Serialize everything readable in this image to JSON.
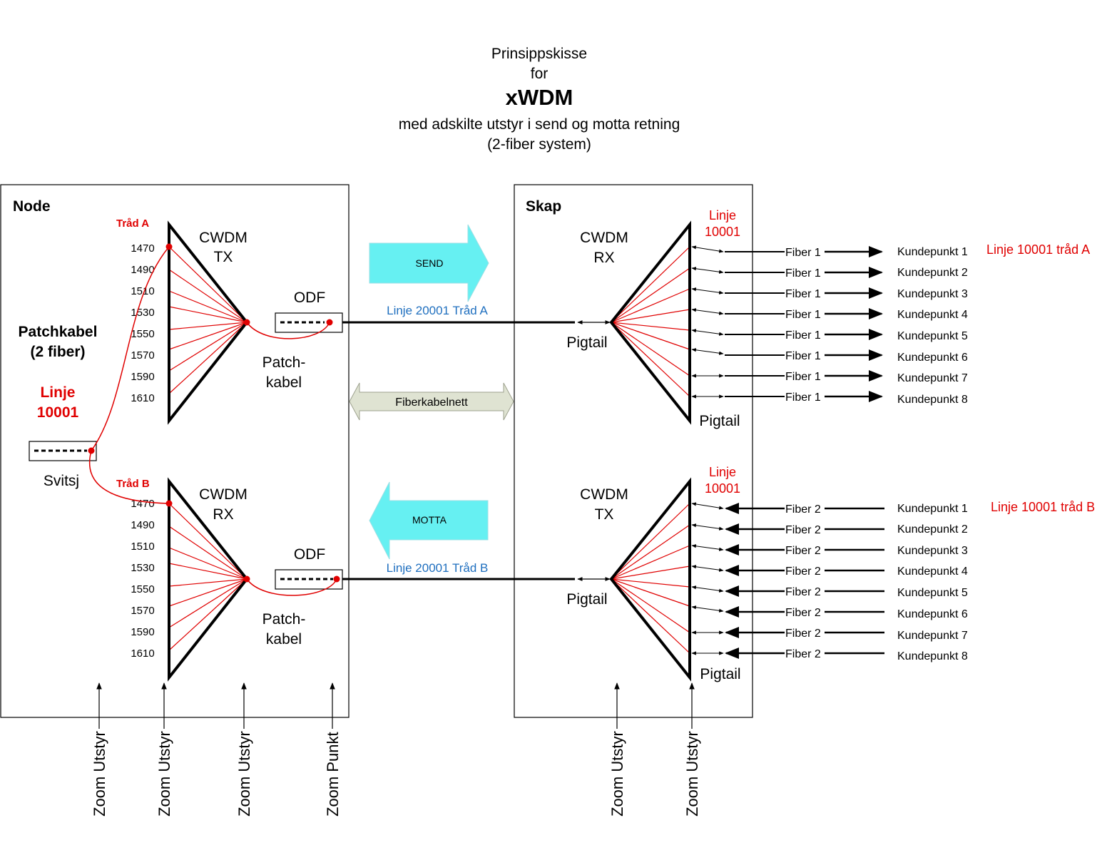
{
  "title": {
    "line1": "Prinsippskisse",
    "line2": "for",
    "main": "xWDM",
    "line3": "med adskilte utstyr i send og motta retning",
    "line4": "(2-fiber system)"
  },
  "node": {
    "label": "Node",
    "thread_a": "Tråd A",
    "thread_b": "Tråd B",
    "tx_label": [
      "CWDM",
      "TX"
    ],
    "rx_label": [
      "CWDM",
      "RX"
    ],
    "wavelengths": [
      "1470",
      "1490",
      "1510",
      "1530",
      "1550",
      "1570",
      "1590",
      "1610"
    ],
    "patchkabel_label": [
      "Patchkabel",
      "(2 fiber)"
    ],
    "linje_label": [
      "Linje",
      "10001"
    ],
    "switch_label": "Svitsj",
    "odf_label": "ODF",
    "patch_label": [
      "Patch-",
      "kabel"
    ]
  },
  "links": {
    "send": "SEND",
    "motta": "MOTTA",
    "fiberkabelnett": "Fiberkabelnett",
    "line_a": "Linje 20001 Tråd A",
    "line_b": "Linje 20001 Tråd B"
  },
  "skap": {
    "label": "Skap",
    "rx_label": [
      "CWDM",
      "RX"
    ],
    "tx_label": [
      "CWDM",
      "TX"
    ],
    "linje_label": [
      "Linje",
      "10001"
    ],
    "pigtail": "Pigtail"
  },
  "customers_a": {
    "fiber_label": "Fiber 1",
    "points": [
      "Kundepunkt 1",
      "Kundepunkt 2",
      "Kundepunkt 3",
      "Kundepunkt 4",
      "Kundepunkt 5",
      "Kundepunkt 6",
      "Kundepunkt 7",
      "Kundepunkt 8"
    ],
    "line_label": "Linje 10001 tråd A"
  },
  "customers_b": {
    "fiber_label": "Fiber 2",
    "points": [
      "Kundepunkt 1",
      "Kundepunkt 2",
      "Kundepunkt 3",
      "Kundepunkt 4",
      "Kundepunkt 5",
      "Kundepunkt 6",
      "Kundepunkt 7",
      "Kundepunkt 8"
    ],
    "line_label": "Linje 10001 tråd B"
  },
  "zoom": {
    "utstyr": "Zoom Utstyr",
    "punkt": "Zoom Punkt"
  },
  "colors": {
    "red": "#e00000",
    "blue": "#1f6fbf",
    "cyan": "#66f0f2",
    "grey_arrow": "#dfe3d2"
  }
}
